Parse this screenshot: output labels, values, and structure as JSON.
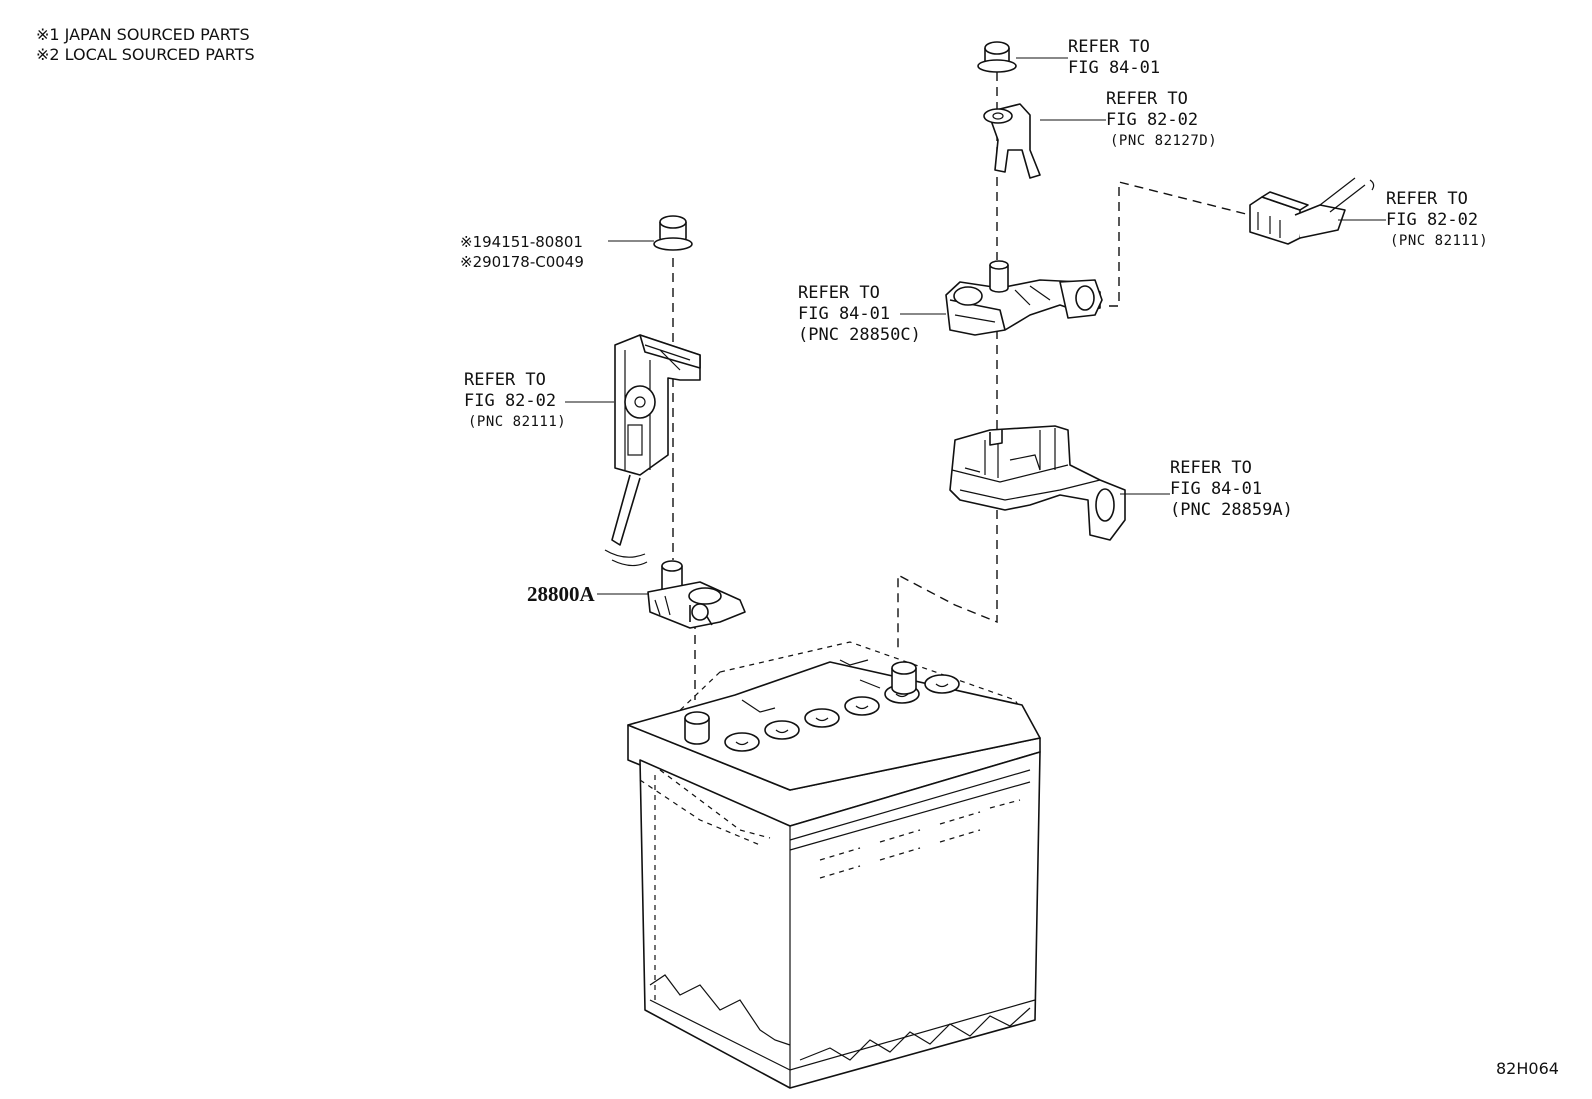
{
  "legend": {
    "line1": "※1 JAPAN SOURCED PARTS",
    "line2": "※2 LOCAL SOURCED PARTS"
  },
  "callouts": {
    "nut_top": {
      "line1": "REFER TO",
      "line2": "FIG 84-01"
    },
    "cable_top": {
      "line1": "REFER TO",
      "line2": "FIG 82-02",
      "line3": "(PNC 82127D)"
    },
    "connector_right": {
      "line1": "REFER TO",
      "line2": "FIG 82-02",
      "line3": "(PNC 82111)"
    },
    "pos_clamp": {
      "line1": "REFER TO",
      "line2": "FIG 84-01",
      "line3": "(PNC 28850C)"
    },
    "bracket": {
      "line1": "REFER TO",
      "line2": "FIG 84-01",
      "line3": "(PNC 28859A)"
    },
    "neg_cable": {
      "line1": "REFER TO",
      "line2": "FIG 82-02",
      "line3": "(PNC 82111)"
    }
  },
  "part_numbers": {
    "nut_japan": "※194151-80801",
    "nut_local": "※290178-C0049",
    "terminal": "28800A"
  },
  "figure_code": "82H064"
}
